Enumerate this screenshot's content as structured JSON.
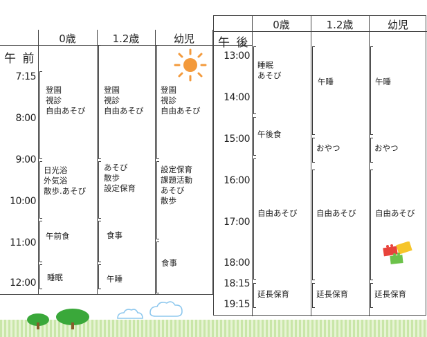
{
  "am": {
    "section_label": "午 前",
    "columns": [
      "0歳",
      "1.2歳",
      "幼児"
    ],
    "times": [
      "7:15",
      "8:00",
      "9:00",
      "10:00",
      "11:00",
      "12:00"
    ],
    "infant": [
      "登園\n視診\n自由あそび",
      "日光浴\n外気浴\n散歩.あそび",
      "午前食",
      "睡眠"
    ],
    "toddler": [
      "登園\n視診\n自由あそび",
      "あそび\n散歩\n設定保育",
      "食事",
      "午睡"
    ],
    "child": [
      "登園\n視診\n自由あそび",
      "設定保育\n課題活動\nあそび\n散歩",
      "食事"
    ]
  },
  "pm": {
    "section_label": "午 後",
    "columns": [
      "0歳",
      "1.2歳",
      "幼児"
    ],
    "times": [
      "13:00",
      "14:00",
      "15:00",
      "16:00",
      "17:00",
      "18:00",
      "18:15",
      "19:15"
    ],
    "infant": [
      "睡眠\nあそび",
      "午後食",
      "自由あそび",
      "延長保育"
    ],
    "toddler": [
      "午睡",
      "おやつ",
      "自由あそび",
      "延長保育"
    ],
    "child": [
      "午睡",
      "おやつ",
      "自由あそび",
      "延長保育"
    ]
  },
  "decor": {
    "sun_color": "#f39a3c",
    "cloud_color": "#8ec8ee",
    "tree_color": "#3aa83a",
    "grass_color": "#c9e6a8"
  }
}
